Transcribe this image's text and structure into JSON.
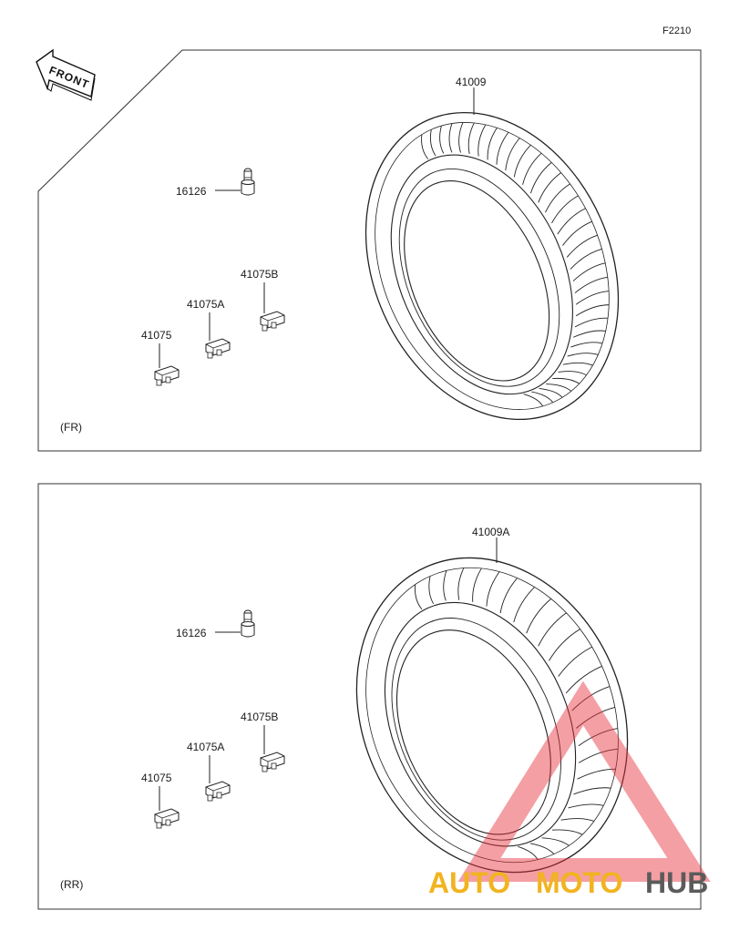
{
  "figure_code": "F2210",
  "front_label": "FRONT",
  "panels": [
    {
      "section_label": "(FR)",
      "parts": {
        "tire": "41009",
        "valve": "16126",
        "weight_b": "41075B",
        "weight_a": "41075A",
        "weight": "41075"
      }
    },
    {
      "section_label": "(RR)",
      "parts": {
        "tire": "41009A",
        "valve": "16126",
        "weight_b": "41075B",
        "weight_a": "41075A",
        "weight": "41075"
      }
    }
  ],
  "watermark": {
    "part1": "AUTO",
    "part2": "MOTO",
    "part3": "HUB",
    "colors": {
      "triangle": "#e8323c",
      "auto": "#f2b320",
      "hub": "#5b5b5b"
    }
  }
}
